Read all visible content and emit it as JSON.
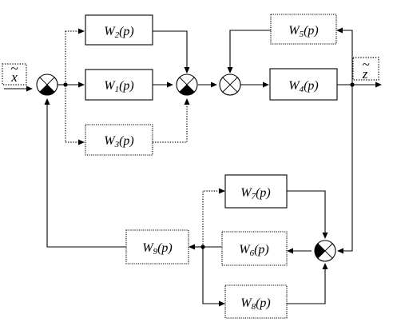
{
  "signals": {
    "input": "x",
    "output": "z"
  },
  "blocks": {
    "w1": {
      "name": "W",
      "sub": "1",
      "arg": "(p)"
    },
    "w2": {
      "name": "W",
      "sub": "2",
      "arg": "(p)"
    },
    "w3": {
      "name": "W",
      "sub": "3",
      "arg": "(p)"
    },
    "w4": {
      "name": "W",
      "sub": "4",
      "arg": "(p)"
    },
    "w5": {
      "name": "W",
      "sub": "5",
      "arg": "(p)"
    },
    "w6": {
      "name": "W",
      "sub": "6",
      "arg": "(p)"
    },
    "w7": {
      "name": "W",
      "sub": "7",
      "arg": "(p)"
    },
    "w8": {
      "name": "W",
      "sub": "8",
      "arg": "(p)"
    },
    "w9": {
      "name": "W",
      "sub": "9",
      "arg": "(p)"
    }
  }
}
